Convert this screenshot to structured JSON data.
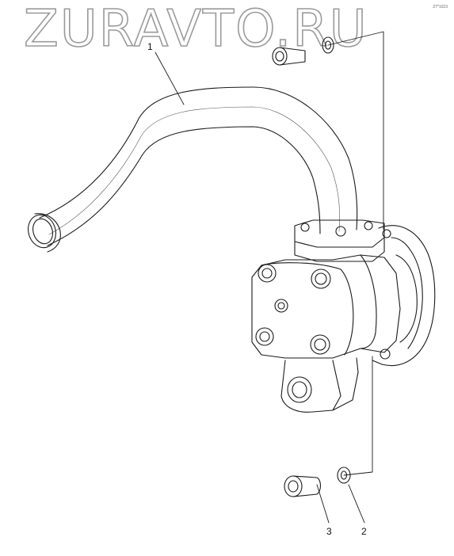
{
  "watermark": {
    "text": "ZURAVTO.RU"
  },
  "corner_mark": "27*1023",
  "callouts": [
    {
      "label": "1",
      "part": "pipe"
    },
    {
      "label": "2",
      "part": "washer"
    },
    {
      "label": "3",
      "part": "bolt"
    }
  ],
  "colors": {
    "line": "#1a1a1a",
    "watermark_stroke": "#9a9a9a",
    "background": "#ffffff"
  }
}
